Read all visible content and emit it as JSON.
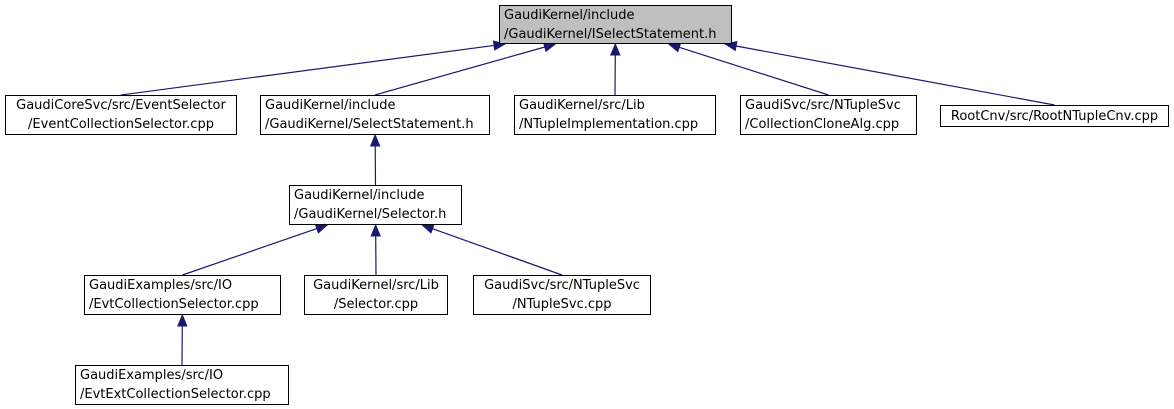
{
  "graph": {
    "nodes": {
      "root": {
        "lines": [
          "GaudiKernel/include",
          "/GaudiKernel/ISelectStatement.h"
        ]
      },
      "evtselector": {
        "lines": [
          "GaudiCoreSvc/src/EventSelector",
          "/EventCollectionSelector.cpp"
        ]
      },
      "selstmt": {
        "lines": [
          "GaudiKernel/include",
          "/GaudiKernel/SelectStatement.h"
        ]
      },
      "ntupleimpl": {
        "lines": [
          "GaudiKernel/src/Lib",
          "/NTupleImplementation.cpp"
        ]
      },
      "cloneal": {
        "lines": [
          "GaudiSvc/src/NTupleSvc",
          "/CollectionCloneAlg.cpp"
        ]
      },
      "rootcnv": {
        "lines": [
          "RootCnv/src/RootNTupleCnv.cpp"
        ]
      },
      "selector_h": {
        "lines": [
          "GaudiKernel/include",
          "/GaudiKernel/Selector.h"
        ]
      },
      "evtcoll": {
        "lines": [
          "GaudiExamples/src/IO",
          "/EvtCollectionSelector.cpp"
        ]
      },
      "selector_cpp": {
        "lines": [
          "GaudiKernel/src/Lib",
          "/Selector.cpp"
        ]
      },
      "ntuplesvc": {
        "lines": [
          "GaudiSvc/src/NTupleSvc",
          "/NTupleSvc.cpp"
        ]
      },
      "evtextcoll": {
        "lines": [
          "GaudiExamples/src/IO",
          "/EvtExtCollectionSelector.cpp"
        ]
      }
    },
    "edges": [
      {
        "from": "evtselector",
        "to": "root"
      },
      {
        "from": "selstmt",
        "to": "root"
      },
      {
        "from": "ntupleimpl",
        "to": "root"
      },
      {
        "from": "cloneal",
        "to": "root"
      },
      {
        "from": "rootcnv",
        "to": "root"
      },
      {
        "from": "selector_h",
        "to": "selstmt"
      },
      {
        "from": "evtcoll",
        "to": "selector_h"
      },
      {
        "from": "selector_cpp",
        "to": "selector_h"
      },
      {
        "from": "ntuplesvc",
        "to": "selector_h"
      },
      {
        "from": "evtextcoll",
        "to": "evtcoll"
      }
    ],
    "colors": {
      "edge": "#191970",
      "node_border": "#000000",
      "focus_fill": "#bfbfbf",
      "node_fill": "#ffffff"
    }
  }
}
